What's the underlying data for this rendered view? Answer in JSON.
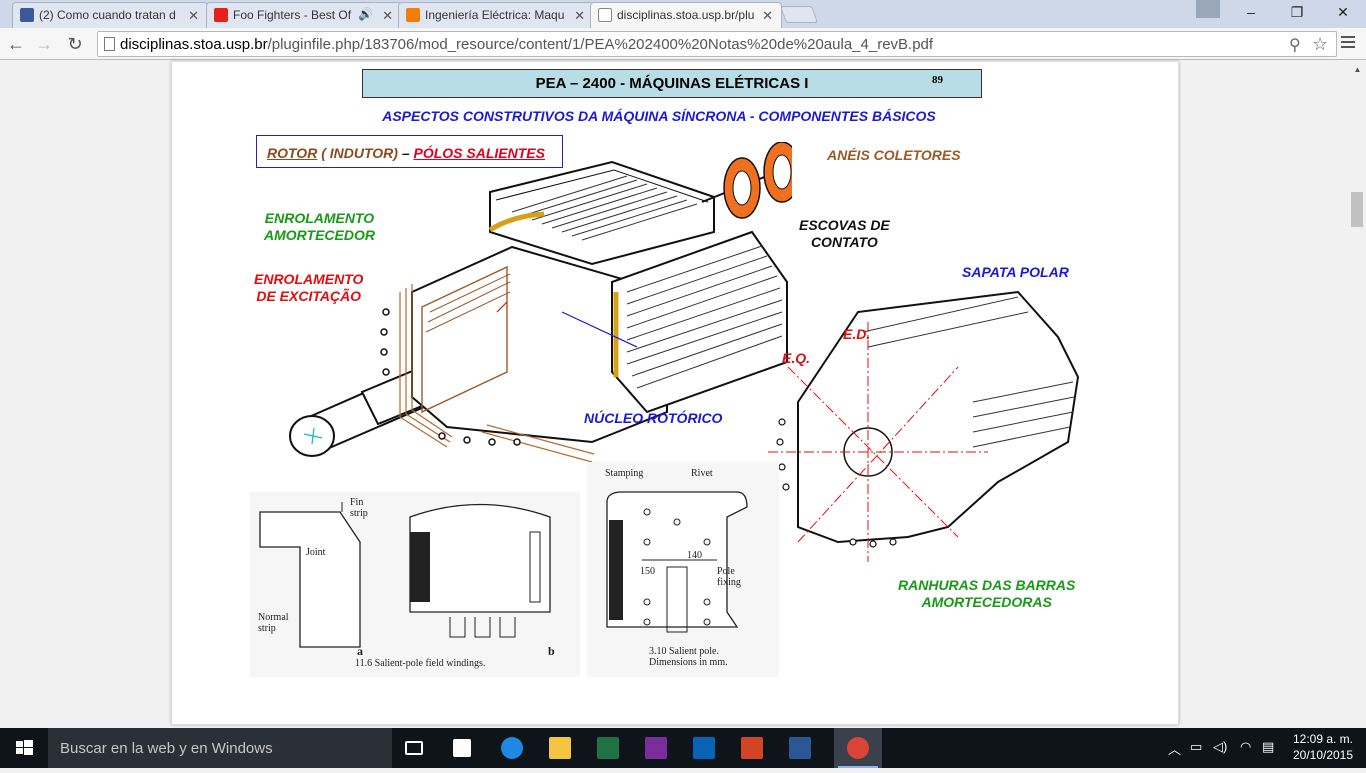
{
  "browser": {
    "tabs": [
      {
        "label": "(2) Como cuando tratan d",
        "favicon": "facebook-icon",
        "color": "#3b5998"
      },
      {
        "label": "Foo Fighters - Best Of",
        "favicon": "youtube-icon",
        "color": "#e62117"
      },
      {
        "label": "Ingeniería Eléctrica: Maqu",
        "favicon": "blogger-icon",
        "color": "#f57d00"
      },
      {
        "label": "disciplinas.stoa.usp.br/plu",
        "favicon": "page-icon",
        "color": "#888888"
      }
    ],
    "url_host": "disciplinas.stoa.usp.br",
    "url_path": "/pluginfile.php/183706/mod_resource/content/1/PEA%202400%20Notas%20de%20aula_4_revB.pdf",
    "window_controls": {
      "minimize": "–",
      "maximize": "❐",
      "close": "✕"
    }
  },
  "pdf": {
    "title": "PEA – 2400  -  MÁQUINAS ELÉTRICAS I",
    "page_number": "89",
    "subtitle": "ASPECTOS CONSTRUTIVOS DA MÁQUINA SÍNCRONA  -  COMPONENTES BÁSICOS",
    "rotor_box": {
      "part1": "ROTOR",
      "part2": " ( INDUTOR) ",
      "part3": "–",
      "part4": "PÓLOS SALIENTES"
    },
    "labels": {
      "aneis": "ANÉIS COLETORES",
      "amortecedor": "ENROLAMENTO\nAMORTECEDOR",
      "excitacao": "ENROLAMENTO\nDE EXCITAÇÃO",
      "escovas": "ESCOVAS DE\nCONTATO",
      "sapata": "SAPATA POLAR",
      "ed": "E.D.",
      "eq": "E.Q.",
      "nucleo": "NÚCLEO ROTÓRICO",
      "ranhuras": "RANHURAS DAS BARRAS\nAMORTECEDORAS"
    },
    "photo_left": {
      "fin": "Fin\nstrip",
      "joint": "Joint",
      "normal": "Normal\nstrip",
      "a": "a",
      "b": "b",
      "caption": "11.6 Salient-pole field windings."
    },
    "photo_right": {
      "stamping": "Stamping",
      "rivet": "Rivet",
      "d140": "140",
      "d150": "150",
      "pole_fixing": "Pole\nfixing",
      "caption": "3.10 Salient pole.\nDimensions in mm."
    }
  },
  "taskbar": {
    "search_placeholder": "Buscar en la web y en Windows",
    "time": "12:09 a. m.",
    "date": "20/10/2015",
    "apps": [
      "task-view-icon",
      "store-icon",
      "edge-icon",
      "file-explorer-icon",
      "excel-icon",
      "onenote-icon",
      "outlook-icon",
      "powerpoint-icon",
      "word-icon",
      "chrome-icon"
    ]
  }
}
